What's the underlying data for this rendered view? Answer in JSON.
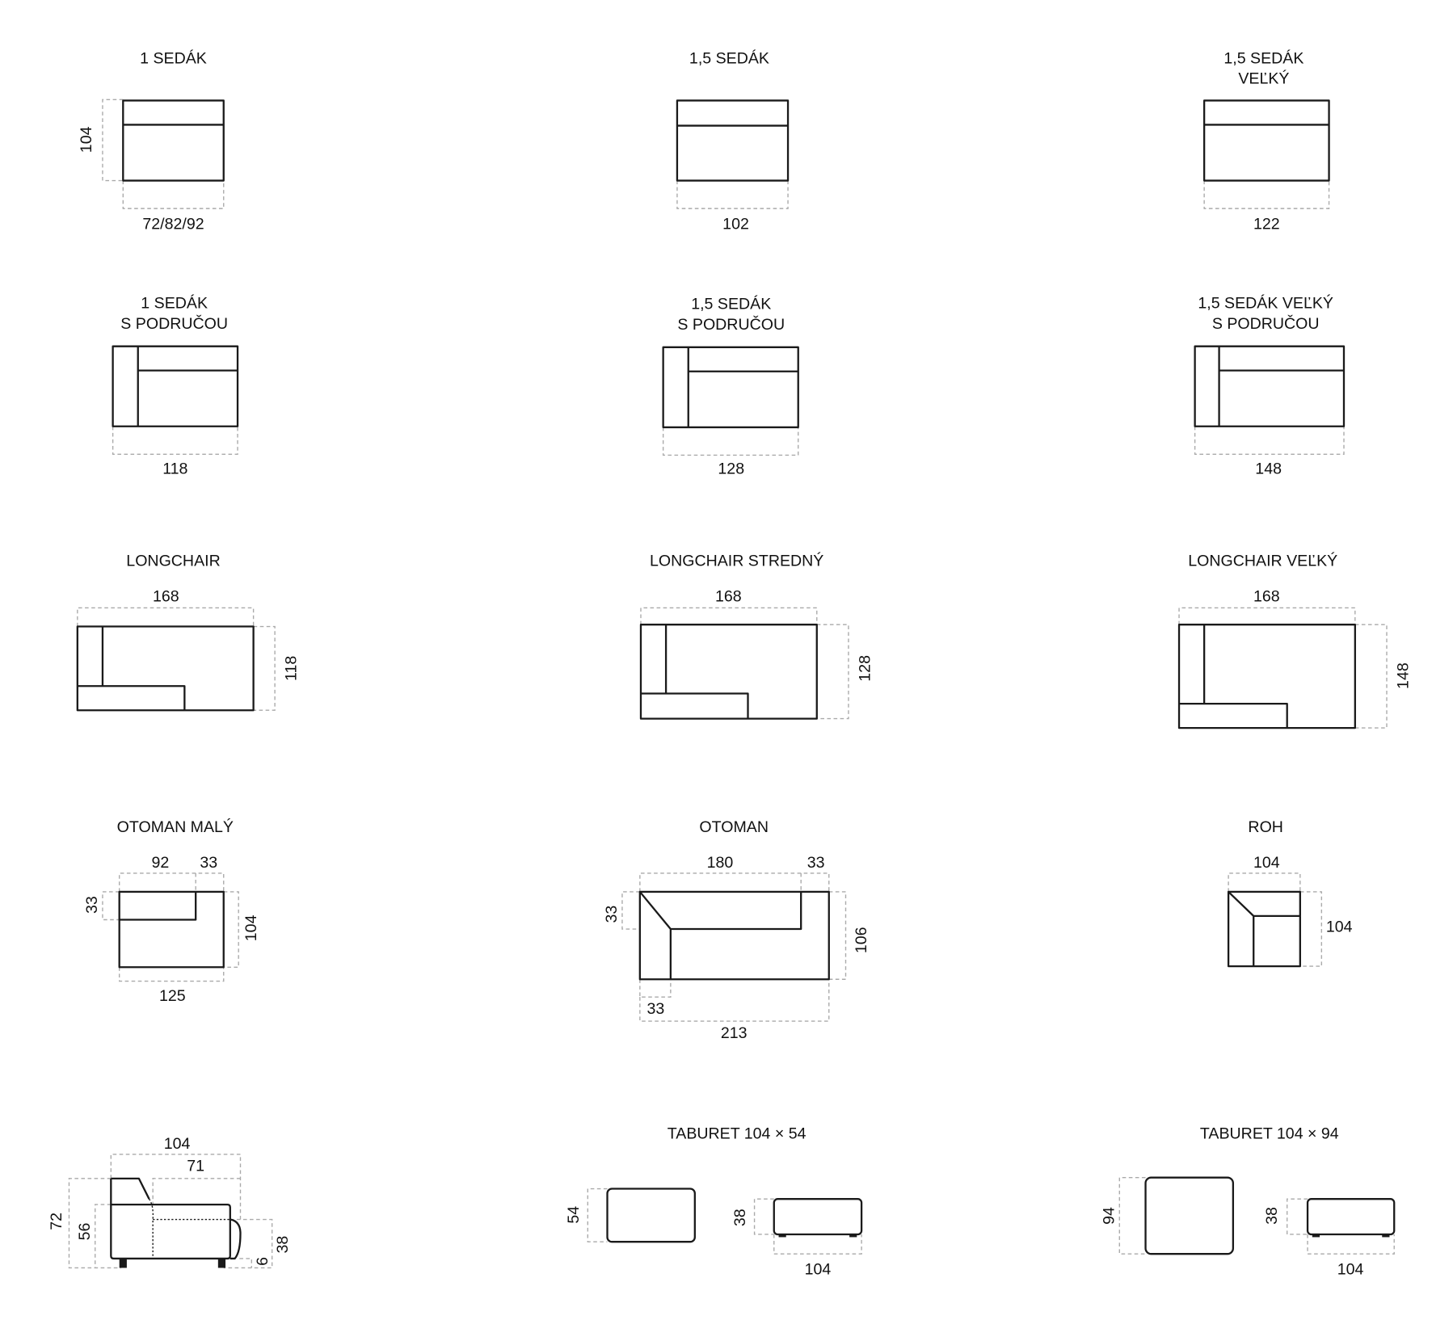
{
  "modules": [
    {
      "title": [
        "1 SEDÁK"
      ],
      "dims": [
        "104",
        "72/82/92"
      ]
    },
    {
      "title": [
        "1,5 SEDÁK"
      ],
      "dims": [
        "102"
      ]
    },
    {
      "title": [
        "1,5 SEDÁK",
        "VEĽKÝ"
      ],
      "dims": [
        "122"
      ]
    },
    {
      "title": [
        "1 SEDÁK",
        "S PODRUČOU"
      ],
      "dims": [
        "118"
      ]
    },
    {
      "title": [
        "1,5 SEDÁK",
        "S PODRUČOU"
      ],
      "dims": [
        "128"
      ]
    },
    {
      "title": [
        "1,5 SEDÁK VEĽKÝ",
        "S PODRUČOU"
      ],
      "dims": [
        "148"
      ]
    },
    {
      "title": [
        "LONGCHAIR"
      ],
      "dims": [
        "168",
        "118"
      ]
    },
    {
      "title": [
        "LONGCHAIR STREDNÝ"
      ],
      "dims": [
        "168",
        "128"
      ]
    },
    {
      "title": [
        "LONGCHAIR VEĽKÝ"
      ],
      "dims": [
        "168",
        "148"
      ]
    },
    {
      "title": [
        "OTOMAN MALÝ"
      ],
      "dims": [
        "92",
        "33",
        "33",
        "104",
        "125"
      ]
    },
    {
      "title": [
        "OTOMAN"
      ],
      "dims": [
        "180",
        "33",
        "33",
        "106",
        "33",
        "213"
      ]
    },
    {
      "title": [
        "ROH"
      ],
      "dims": [
        "104",
        "104"
      ]
    },
    {
      "title": [],
      "dims": [
        "104",
        "71",
        "72",
        "56",
        "38",
        "6"
      ]
    },
    {
      "title": [
        "TABURET 104 × 54"
      ],
      "dims": [
        "54",
        "38",
        "104"
      ]
    },
    {
      "title": [
        "TABURET 104 × 94"
      ],
      "dims": [
        "94",
        "38",
        "104"
      ]
    }
  ]
}
